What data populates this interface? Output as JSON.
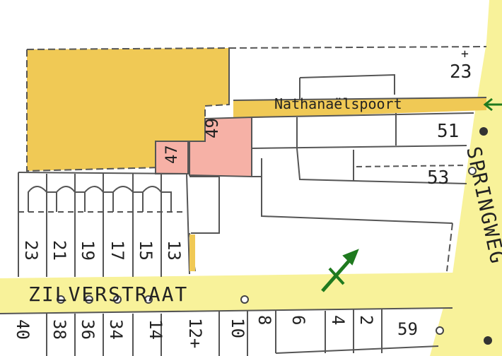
{
  "colors": {
    "background": "#ffffff",
    "street": "#f8f29a",
    "orange_parcel": "#f0c955",
    "pink_parcel": "#f6b1a6",
    "outline": "#555555",
    "arrow": "#1f7a1f"
  },
  "streets": {
    "zilverstraat": "ZILVERSTRAAT",
    "springweg": "SPRINGWEG",
    "nathanaelspoort": "Nathanaëlspoort"
  },
  "house_numbers": {
    "n23_top": "23",
    "n51": "51",
    "n53": "53",
    "n49": "49",
    "n47": "47",
    "row_north": [
      "23",
      "21",
      "19",
      "17",
      "15",
      "13"
    ],
    "row_south": [
      "40",
      "38",
      "36",
      "34",
      "14",
      "12+",
      "10",
      "8",
      "6",
      "4",
      "2",
      "59"
    ]
  },
  "icons": {
    "cross_top": "+",
    "arrow_east": "arrow-east-icon",
    "arrow_ne": "arrow-northeast-icon"
  }
}
